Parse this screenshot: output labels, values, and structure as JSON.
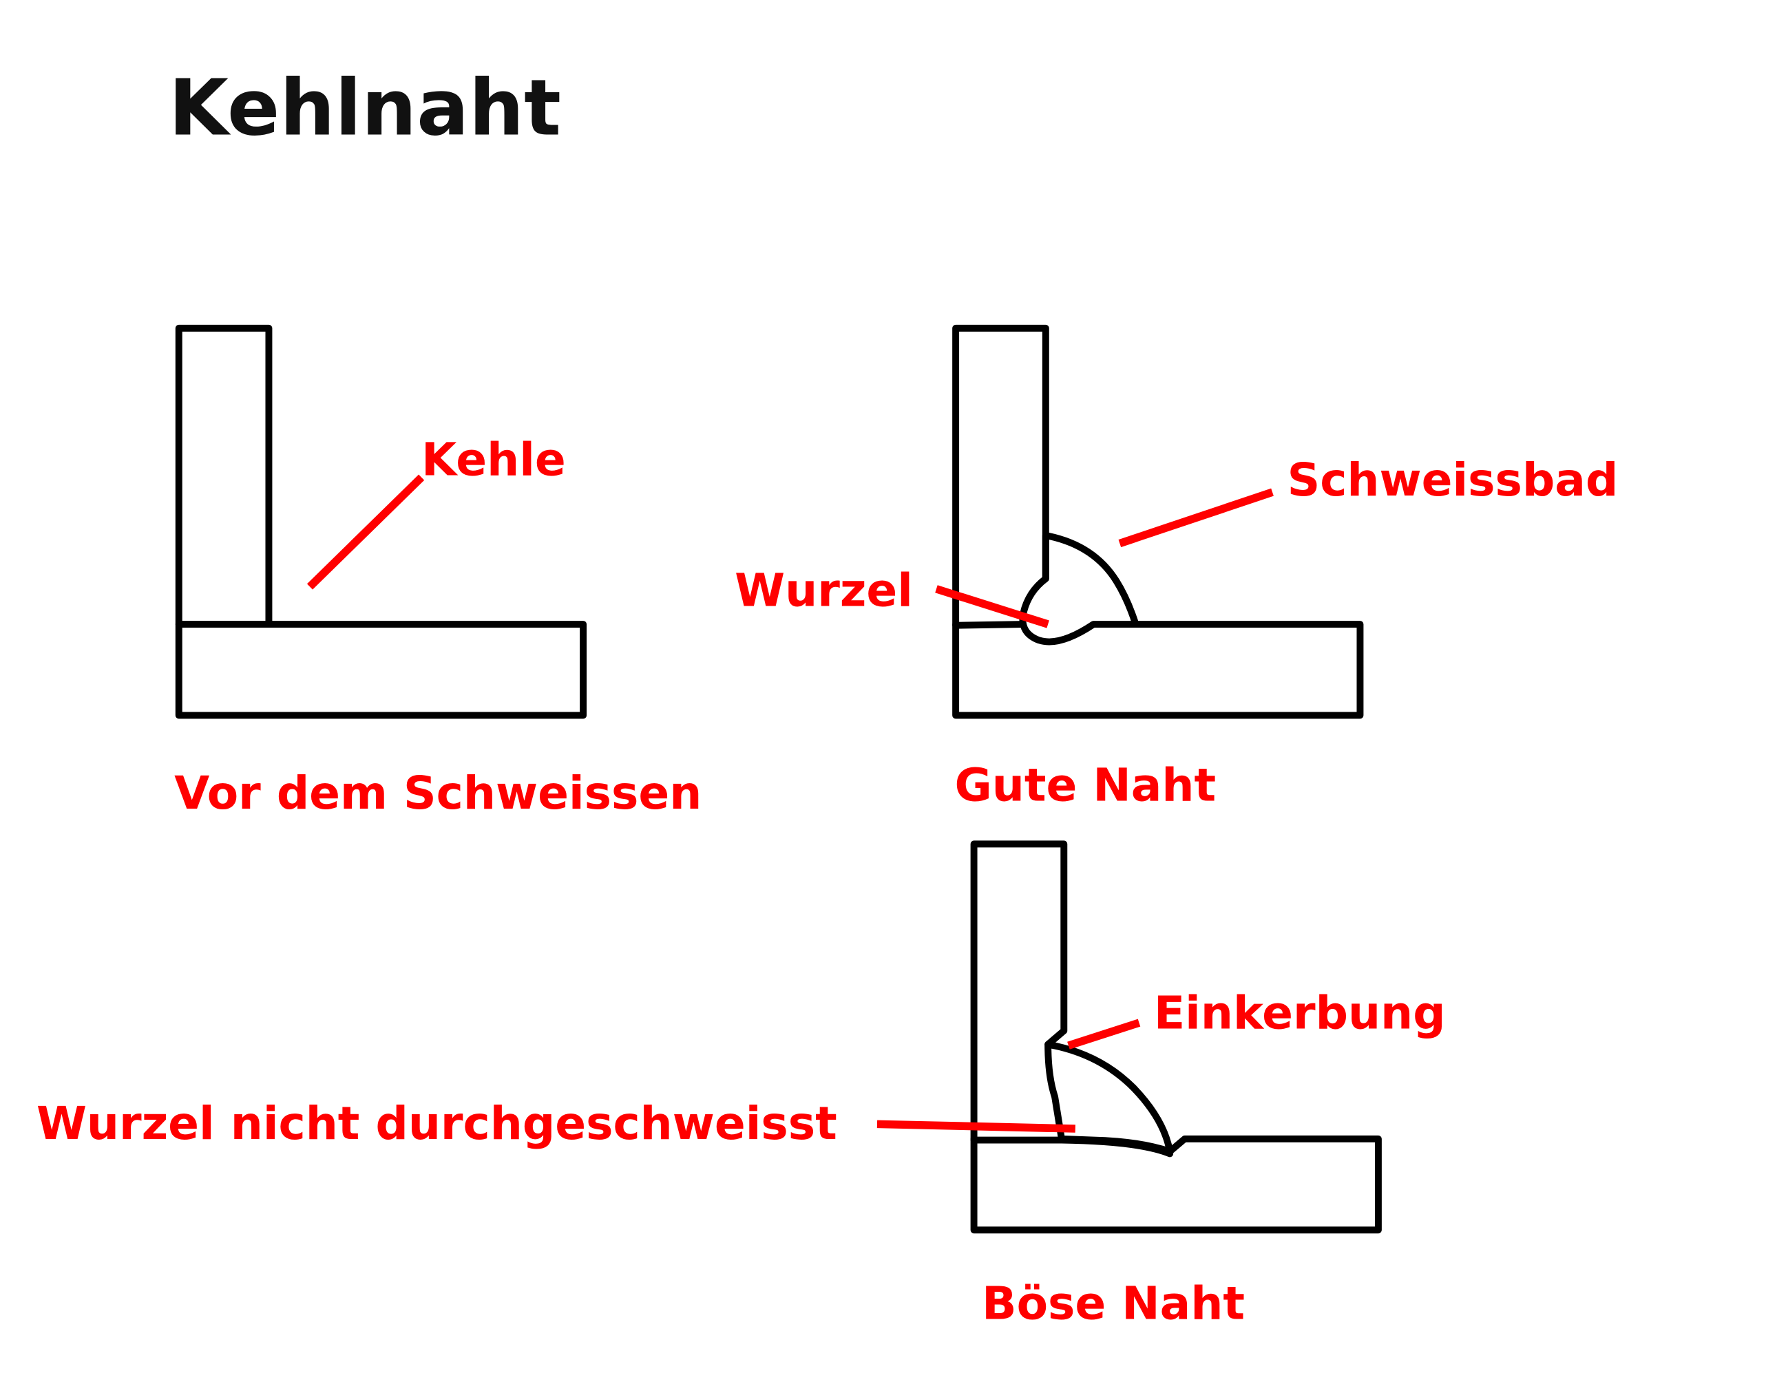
{
  "title": "Kehlnaht",
  "labels": {
    "kehle": "Kehle",
    "schweissbad": "Schweissbad",
    "wurzel": "Wurzel",
    "vor_dem_schweissen": "Vor dem Schweissen",
    "gute_naht": "Gute Naht",
    "einkerbung": "Einkerbung",
    "wurzel_nicht_durchgeschweisst": "Wurzel nicht durchgeschweisst",
    "boese_naht": "Böse Naht"
  },
  "colors": {
    "label": "#ff0000",
    "line": "#000000"
  }
}
